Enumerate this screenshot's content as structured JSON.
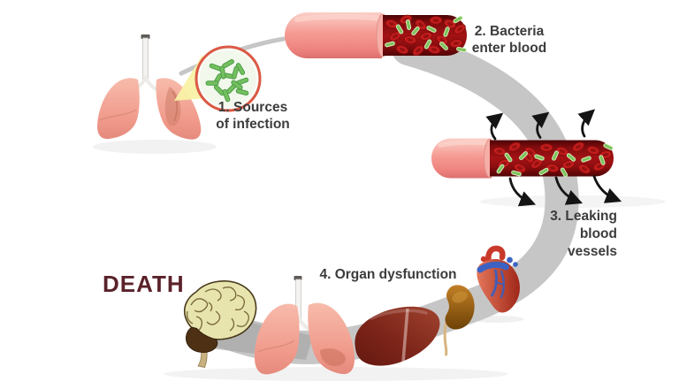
{
  "diagram": {
    "steps": [
      {
        "id": 1,
        "label_lines": [
          "1. Sources",
          "of infection"
        ]
      },
      {
        "id": 2,
        "label_lines": [
          "2. Bacteria",
          "enter blood"
        ]
      },
      {
        "id": 3,
        "label_lines": [
          "3. Leaking",
          "blood",
          "vessels"
        ]
      },
      {
        "id": 4,
        "label_lines": [
          "4. Organ dysfunction"
        ]
      }
    ],
    "outcome": "DEATH",
    "icons": {
      "source_organ": "lungs-icon",
      "pathogen": "bacteria-icon",
      "vessels": [
        "blood-vessel-icon",
        "leaking-blood-vessel-icon"
      ],
      "dysfunction_organs": [
        "brain-icon",
        "lungs-icon",
        "liver-icon",
        "kidney-icon",
        "heart-icon"
      ]
    }
  },
  "colors": {
    "text": "#3c3c3c",
    "death_text": "#5a222a",
    "band_gray": "#c6c6c6",
    "brain_shadow_gray": "#a6a6a6",
    "vessel_pink": "#f29791",
    "blood_dark": "#8f0e10",
    "rbc_red": "#c21d1d",
    "bacteria_green": "#7cc35a",
    "callout_yellow": "#f8f1a6",
    "magnifier_ring": "#db5945",
    "brain_fill": "#e8e4ae",
    "liver_dark": "#7e2318",
    "kidney_brown": "#9c6210",
    "heart_red": "#c0392b",
    "lung_pink": "#f2a196",
    "arrow_black": "#141414"
  }
}
